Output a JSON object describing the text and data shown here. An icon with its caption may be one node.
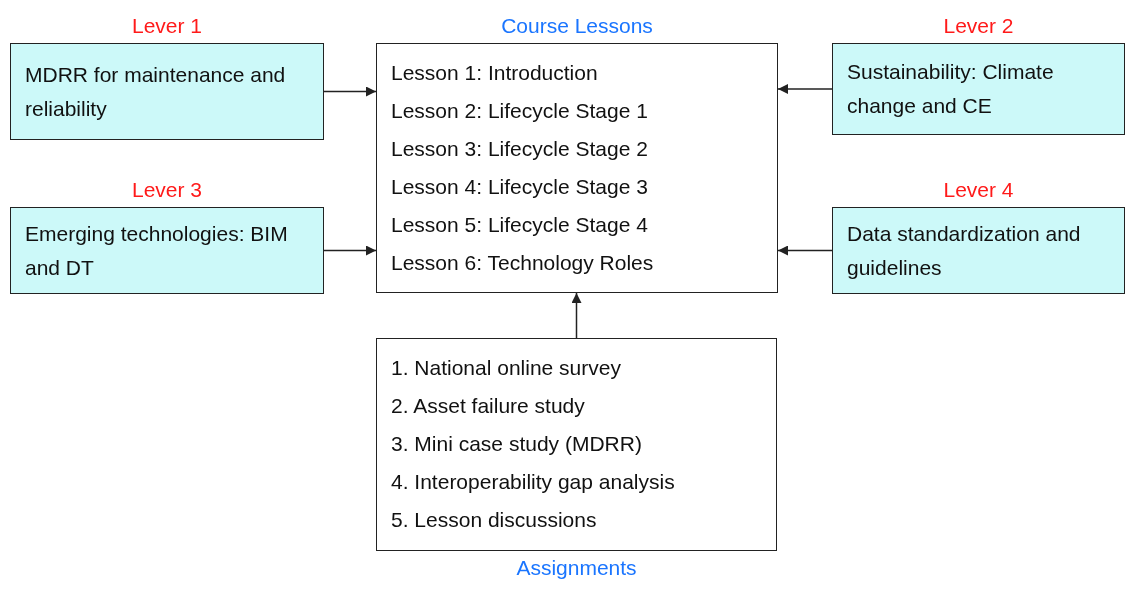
{
  "diagram": {
    "nodes": [
      {
        "text": [
          "Lever 1",
          "MDRR for maintenance and reliability"
        ]
      },
      {
        "text": [
          "Course Lessons",
          "Lesson 1: Introduction",
          "Lesson 2: Lifecycle Stage 1",
          "Lesson 3: Lifecycle Stage 2",
          "Lesson 4: Lifecycle Stage 3",
          "Lesson 5: Lifecycle Stage 4",
          "Lesson 6: Technology Roles"
        ]
      },
      {
        "text": [
          "Lever 2",
          "Sustainability: Climate change and CE"
        ]
      },
      {
        "text": [
          "Lever 3",
          "Emerging technologies: BIM and DT"
        ]
      },
      {
        "text": [
          "Lever 4",
          "Data standardization and guidelines"
        ]
      },
      {
        "text": [
          "1. National online survey",
          "2. Asset failure study",
          "3. Mini case study (MDRR)",
          "4. Interoperability gap analysis",
          "5. Lesson discussions",
          "Assignments"
        ]
      }
    ],
    "edges": [
      {
        "from": 0,
        "to": 1,
        "arrow": "to"
      },
      {
        "from": 2,
        "to": 1,
        "arrow": "to"
      },
      {
        "from": 3,
        "to": 1,
        "arrow": "to"
      },
      {
        "from": 4,
        "to": 1,
        "arrow": "to"
      },
      {
        "from": 5,
        "to": 1,
        "arrow": "to"
      }
    ]
  }
}
